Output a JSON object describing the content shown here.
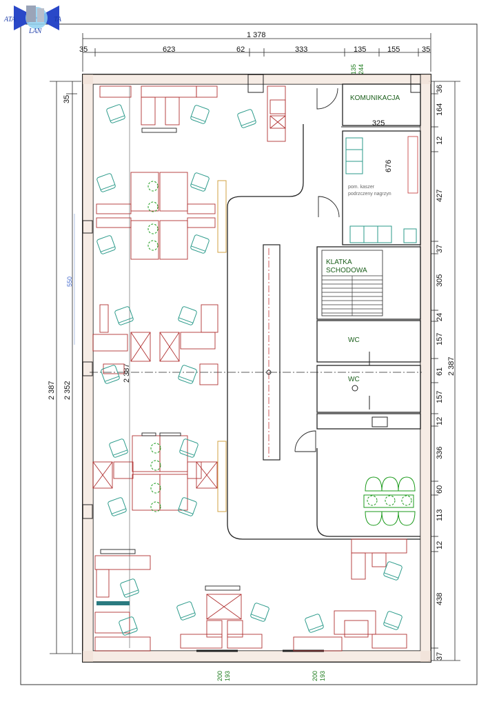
{
  "logo": {
    "left": "ATA",
    "right": "TA",
    "bottom": "LAN"
  },
  "dims_top": {
    "overall": "1 378",
    "seg1": "35",
    "seg2": "623",
    "seg3": "62",
    "seg4": "333",
    "seg5": "135",
    "seg6": "155",
    "seg7": "35"
  },
  "dims_top_door": {
    "a": "135",
    "b": "244"
  },
  "dims_right": [
    "36",
    "164",
    "12",
    "427",
    "37",
    "305",
    "24",
    "157",
    "61",
    "157",
    "12",
    "336",
    "60",
    "113",
    "12",
    "438",
    "37"
  ],
  "dims_right_overall": "2 387",
  "dims_left": {
    "outer": "2 387",
    "inner": "2 352",
    "mid": "2 387",
    "top": "35"
  },
  "dims_inner": {
    "w325": "325",
    "h676": "676",
    "col550": "550"
  },
  "dims_bottom": [
    {
      "a": "200",
      "b": "193"
    },
    {
      "a": "200",
      "b": "193"
    }
  ],
  "rooms": {
    "komunikacja": "KOMUNIKACJA",
    "klatka1": "KLATKA",
    "klatka2": "SCHODOWA",
    "wc1": "WC",
    "wc2": "WC"
  },
  "notes": {
    "kitchen1": "pom. kaszer",
    "kitchen2": "podrzczeny nagrzyn"
  }
}
